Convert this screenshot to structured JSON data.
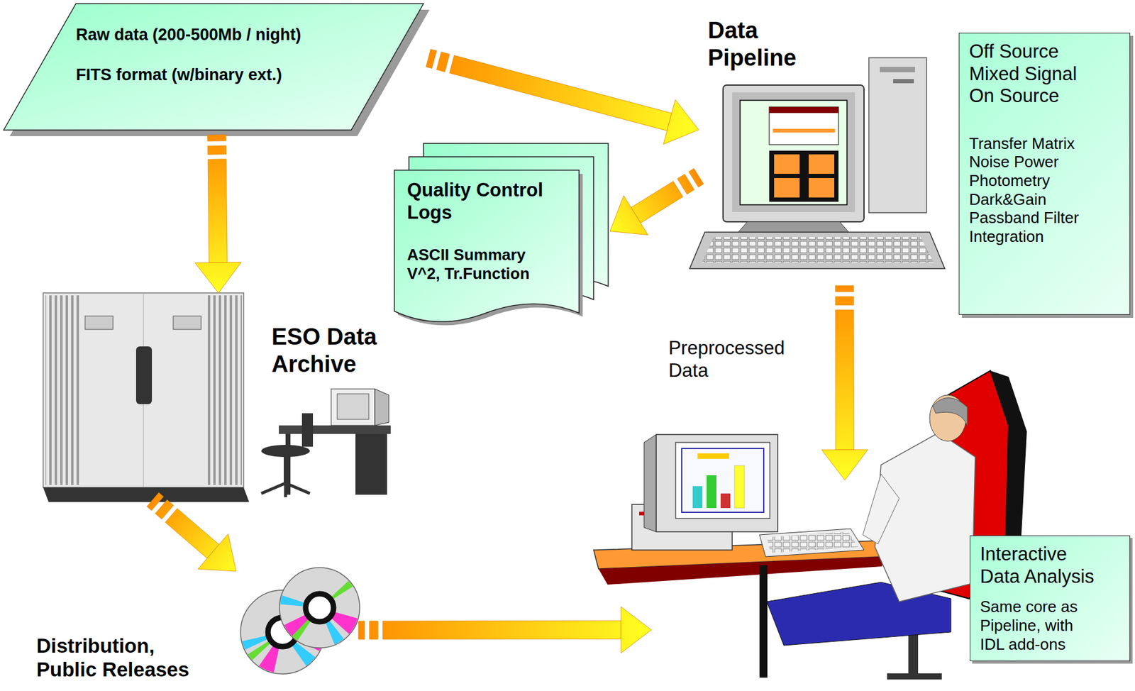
{
  "diagram": {
    "nodes": [
      {
        "text": [
          "Raw data (200-500Mb / night)",
          "FITS format (w/binary ext.)"
        ]
      },
      {
        "text": [
          "Data Pipeline"
        ]
      },
      {
        "text": [
          "Off Source Mixed Signal On Source",
          "Transfer Matrix Noise Power Photometry Dark&Gain Passband Filter Integration"
        ]
      },
      {
        "text": [
          "Quality Control Logs",
          "ASCII Summary V^2, Tr.Function"
        ]
      },
      {
        "text": [
          "ESO Data Archive"
        ]
      },
      {
        "text": [
          "Distribution, Public Releases"
        ]
      },
      {
        "text": [
          "Interactive Data Analysis",
          "Same core as Pipeline, with IDL add-ons"
        ]
      }
    ],
    "edges": [
      {
        "from": 0,
        "to": 1,
        "arrow": "to"
      },
      {
        "from": 0,
        "to": 4,
        "arrow": "to"
      },
      {
        "from": 1,
        "to": 3,
        "arrow": "to"
      },
      {
        "from": 1,
        "to": 6,
        "arrow": "to",
        "label": "Preprocessed Data"
      },
      {
        "from": 4,
        "to": 5,
        "arrow": "to"
      },
      {
        "from": 5,
        "to": 6,
        "arrow": "to"
      }
    ]
  }
}
